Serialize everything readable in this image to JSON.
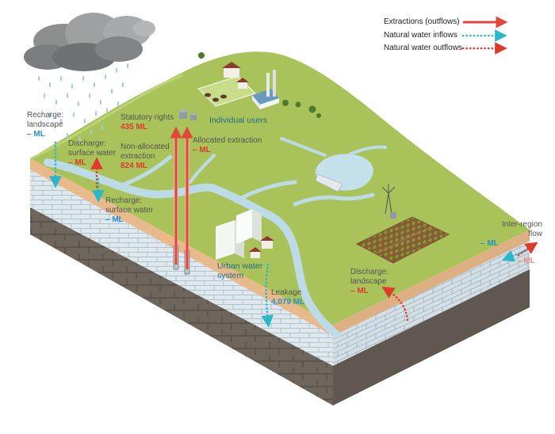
{
  "legend": {
    "extractions": "Extractions (outflows)",
    "inflows": "Natural water inflows",
    "outflows": "Natural water outflows"
  },
  "labels": {
    "recharge_landscape": {
      "title": "Recharge:",
      "sub": "landscape",
      "value": "– ML"
    },
    "discharge_surface": {
      "title": "Discharge:",
      "sub": "surface water",
      "value": "– ML"
    },
    "recharge_surface": {
      "title": "Recharge:",
      "sub": "surface water",
      "value": "– ML"
    },
    "statutory": {
      "title": "Statutory rights",
      "value": "435 ML"
    },
    "non_allocated": {
      "l1": "Non-allocated",
      "l2": "extraction",
      "value": "824 ML"
    },
    "allocated": {
      "title": "Allocated extraction",
      "value": "– ML"
    },
    "individual_users": "Individual users",
    "urban": {
      "l1": "Urban water",
      "l2": "system"
    },
    "leakage": {
      "title": "Leakage",
      "value": "4,079 ML"
    },
    "discharge_landscape": {
      "title": "Discharge:",
      "sub": "landscape",
      "value": "– ML"
    },
    "inter_region": {
      "l1": "Inter-region",
      "l2": "flow",
      "in_value": "– ML",
      "out_value": "– ML"
    }
  },
  "colors": {
    "extraction": "#e2483a",
    "inflow": "#2bb7c9",
    "outflow": "#e03a2c",
    "grass": "#a9c25a",
    "river": "#bcdbe6"
  }
}
